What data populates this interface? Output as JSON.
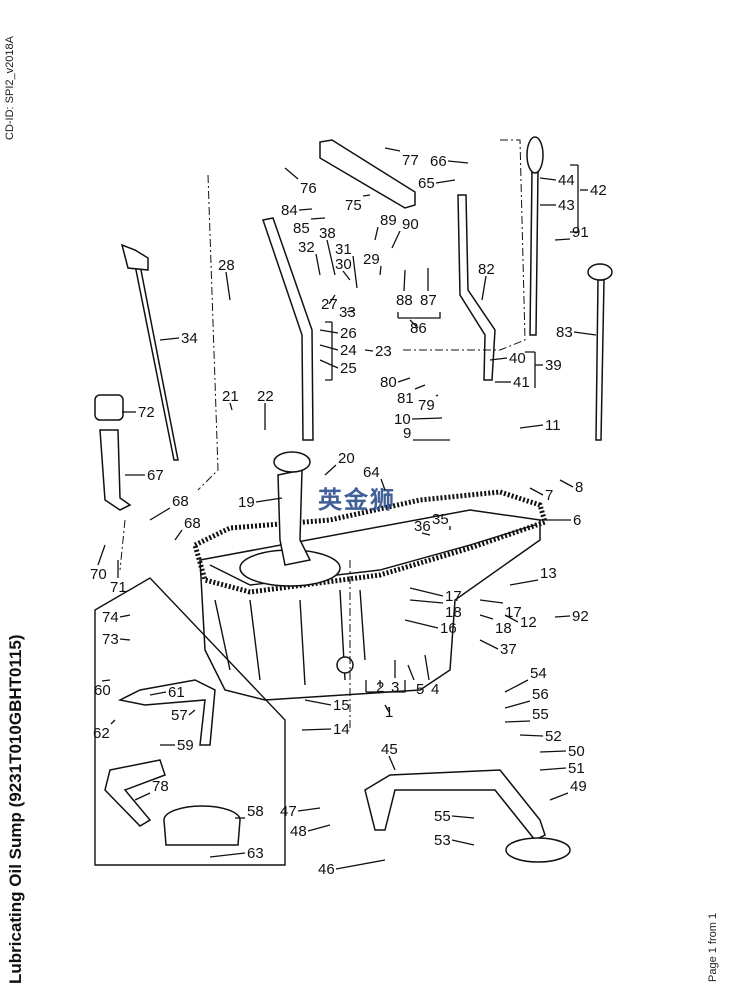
{
  "document": {
    "cd_id": "CD-ID: SPI2_v2018A",
    "title": "Lubricating Oil Sump (9231T010GBHT0115)",
    "page_info": "Page 1 from 1",
    "watermark": "英金狮"
  },
  "callouts": [
    {
      "id": "1",
      "label": "1"
    },
    {
      "id": "2",
      "label": "2"
    },
    {
      "id": "3",
      "label": "3"
    },
    {
      "id": "4",
      "label": "4"
    },
    {
      "id": "5",
      "label": "5"
    },
    {
      "id": "6",
      "label": "6"
    },
    {
      "id": "7",
      "label": "7"
    },
    {
      "id": "8",
      "label": "8"
    },
    {
      "id": "9",
      "label": "9"
    },
    {
      "id": "10",
      "label": "10"
    },
    {
      "id": "11",
      "label": "11"
    },
    {
      "id": "12",
      "label": "12"
    },
    {
      "id": "13",
      "label": "13"
    },
    {
      "id": "14",
      "label": "14"
    },
    {
      "id": "15",
      "label": "15"
    },
    {
      "id": "16",
      "label": "16"
    },
    {
      "id": "17a",
      "label": "17"
    },
    {
      "id": "17b",
      "label": "17"
    },
    {
      "id": "18a",
      "label": "18"
    },
    {
      "id": "18b",
      "label": "18"
    },
    {
      "id": "19",
      "label": "19"
    },
    {
      "id": "20",
      "label": "20"
    },
    {
      "id": "21",
      "label": "21"
    },
    {
      "id": "22",
      "label": "22"
    },
    {
      "id": "23",
      "label": "23"
    },
    {
      "id": "24",
      "label": "24"
    },
    {
      "id": "25",
      "label": "25"
    },
    {
      "id": "26",
      "label": "26"
    },
    {
      "id": "27",
      "label": "27"
    },
    {
      "id": "28",
      "label": "28"
    },
    {
      "id": "29",
      "label": "29"
    },
    {
      "id": "30",
      "label": "30"
    },
    {
      "id": "31",
      "label": "31"
    },
    {
      "id": "32",
      "label": "32"
    },
    {
      "id": "33",
      "label": "33"
    },
    {
      "id": "34",
      "label": "34"
    },
    {
      "id": "35",
      "label": "35"
    },
    {
      "id": "36",
      "label": "36"
    },
    {
      "id": "37",
      "label": "37"
    },
    {
      "id": "38",
      "label": "38"
    },
    {
      "id": "39",
      "label": "39"
    },
    {
      "id": "40",
      "label": "40"
    },
    {
      "id": "41",
      "label": "41"
    },
    {
      "id": "42",
      "label": "42"
    },
    {
      "id": "43",
      "label": "43"
    },
    {
      "id": "44",
      "label": "44"
    },
    {
      "id": "45",
      "label": "45"
    },
    {
      "id": "46",
      "label": "46"
    },
    {
      "id": "47",
      "label": "47"
    },
    {
      "id": "48",
      "label": "48"
    },
    {
      "id": "49",
      "label": "49"
    },
    {
      "id": "50",
      "label": "50"
    },
    {
      "id": "51",
      "label": "51"
    },
    {
      "id": "52",
      "label": "52"
    },
    {
      "id": "53",
      "label": "53"
    },
    {
      "id": "54",
      "label": "54"
    },
    {
      "id": "55a",
      "label": "55"
    },
    {
      "id": "55b",
      "label": "55"
    },
    {
      "id": "56",
      "label": "56"
    },
    {
      "id": "57",
      "label": "57"
    },
    {
      "id": "58",
      "label": "58"
    },
    {
      "id": "59",
      "label": "59"
    },
    {
      "id": "60",
      "label": "60"
    },
    {
      "id": "61",
      "label": "61"
    },
    {
      "id": "62",
      "label": "62"
    },
    {
      "id": "63",
      "label": "63"
    },
    {
      "id": "64",
      "label": "64"
    },
    {
      "id": "65",
      "label": "65"
    },
    {
      "id": "66",
      "label": "66"
    },
    {
      "id": "67",
      "label": "67"
    },
    {
      "id": "68a",
      "label": "68"
    },
    {
      "id": "68b",
      "label": "68"
    },
    {
      "id": "70",
      "label": "70"
    },
    {
      "id": "71",
      "label": "71"
    },
    {
      "id": "72",
      "label": "72"
    },
    {
      "id": "73",
      "label": "73"
    },
    {
      "id": "74",
      "label": "74"
    },
    {
      "id": "75",
      "label": "75"
    },
    {
      "id": "76",
      "label": "76"
    },
    {
      "id": "77",
      "label": "77"
    },
    {
      "id": "78",
      "label": "78"
    },
    {
      "id": "79",
      "label": "79"
    },
    {
      "id": "80",
      "label": "80"
    },
    {
      "id": "81",
      "label": "81"
    },
    {
      "id": "82",
      "label": "82"
    },
    {
      "id": "83",
      "label": "83"
    },
    {
      "id": "84",
      "label": "84"
    },
    {
      "id": "85",
      "label": "85"
    },
    {
      "id": "86",
      "label": "86"
    },
    {
      "id": "87",
      "label": "87"
    },
    {
      "id": "88",
      "label": "88"
    },
    {
      "id": "89",
      "label": "89"
    },
    {
      "id": "90",
      "label": "90"
    },
    {
      "id": "91",
      "label": "91"
    },
    {
      "id": "92",
      "label": "92"
    }
  ]
}
